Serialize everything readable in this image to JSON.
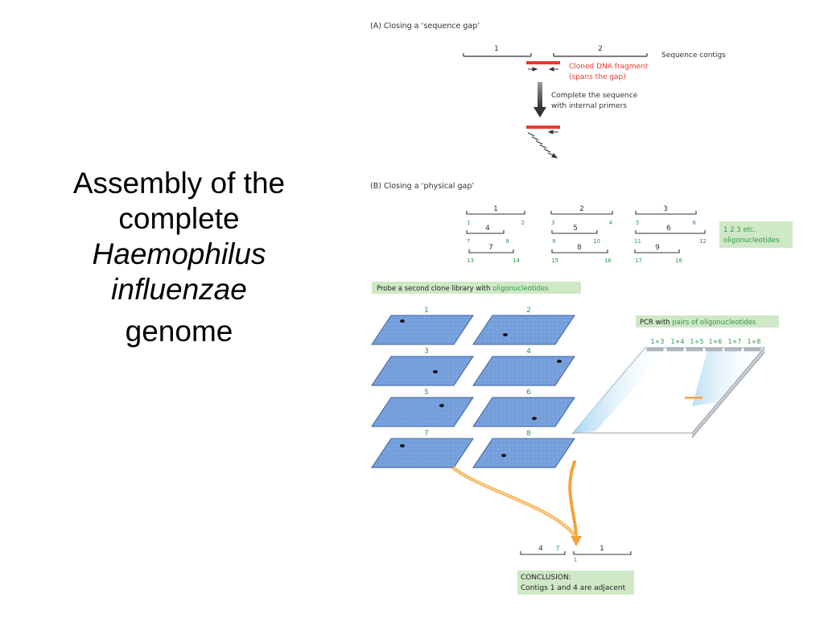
{
  "slide": {
    "title_line1": "Assembly of the",
    "title_line2": "complete",
    "title_line3": "Haemophilus",
    "title_line4": "influenzae",
    "title_line5": "genome"
  },
  "figure": {
    "panel_a": {
      "heading": "(A) Closing a ‘sequence gap’",
      "contig_1": "1",
      "contig_2": "2",
      "contigs_label": "Sequence contigs",
      "fragment_label_1": "Cloned DNA fragment",
      "fragment_label_2": "(spans the gap)",
      "step_label_1": "Complete the sequence",
      "step_label_2": "with internal primers"
    },
    "panel_b": {
      "heading": "(B) Closing a ‘physical gap’",
      "contig_labels": [
        "1",
        "2",
        "3",
        "4",
        "5",
        "6",
        "7",
        "8",
        "9"
      ],
      "oligo_numbers": [
        "1",
        "2",
        "3",
        "4",
        "5",
        "6",
        "7",
        "8",
        "9",
        "10",
        "11",
        "12",
        "13",
        "14",
        "15",
        "16",
        "17",
        "18"
      ],
      "legend_line1_nums": "1  2  3",
      "legend_line1_etc": " etc.",
      "legend_line2": "oligonucleotides",
      "probe_label_prefix": "Probe a second clone library with ",
      "probe_label_highlight": "oligonucleotides",
      "filter_numbers": [
        "1",
        "2",
        "3",
        "4",
        "5",
        "6",
        "7",
        "8"
      ],
      "pcr_label_prefix": "PCR with ",
      "pcr_label_highlight": "pairs of oligonucleotides",
      "pcr_lanes": [
        "1+3",
        "1+4",
        "1+5",
        "1+6",
        "1+7",
        "1+8"
      ],
      "result_left_contig": "4",
      "result_left_oligo": "7",
      "result_right_contig": "1",
      "result_right_oligo": "1",
      "conclusion_line1": "CONCLUSION:",
      "conclusion_line2": "Contigs 1 and 4 are adjacent"
    }
  },
  "colors": {
    "red": "#e8382e",
    "green": "#2e9a46",
    "blue": "#7aa3de",
    "legend_bg": "#cfe8c6",
    "orange": "#f3a33a"
  }
}
